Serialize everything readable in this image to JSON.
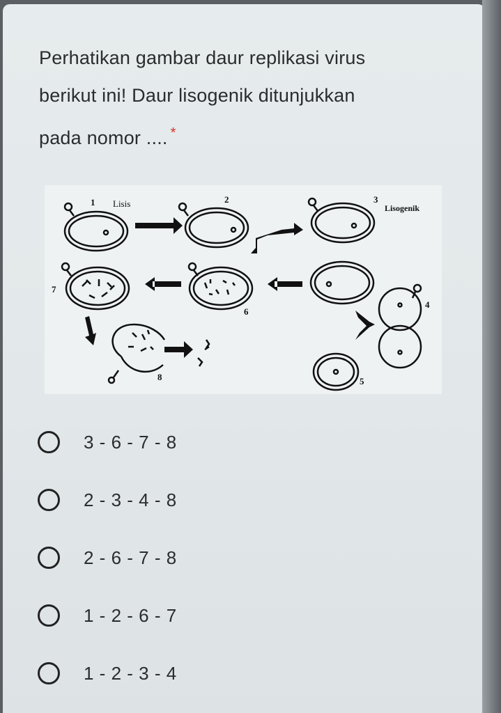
{
  "question": {
    "text": "Perhatikan gambar daur replikasi virus berikut ini! Daur lisogenik ditunjukkan pada nomor ....",
    "required_marker": "*"
  },
  "diagram": {
    "labels": {
      "n1": "1",
      "lisis": "Lisis",
      "n2": "2",
      "n3": "3",
      "lisogenik": "Lisogenik",
      "n4": "4",
      "n5": "5",
      "n6": "6",
      "n7": "7",
      "n8": "8"
    }
  },
  "options": [
    {
      "label": "3 - 6 - 7 - 8"
    },
    {
      "label": "2 - 3 - 4 - 8"
    },
    {
      "label": "2 - 6 - 7 - 8"
    },
    {
      "label": "1 - 2 - 6 - 7"
    },
    {
      "label": "1 - 2 - 3 - 4"
    }
  ]
}
